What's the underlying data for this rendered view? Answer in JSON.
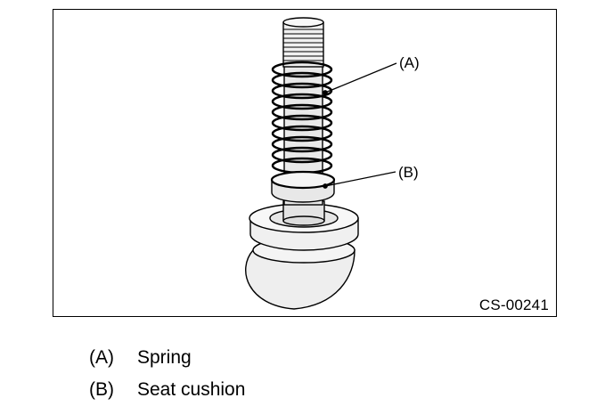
{
  "figure": {
    "code": "CS-00241",
    "callouts": [
      {
        "id": "A",
        "label": "(A)"
      },
      {
        "id": "B",
        "label": "(B)"
      }
    ]
  },
  "legend": [
    {
      "key": "(A)",
      "text": "Spring"
    },
    {
      "key": "(B)",
      "text": "Seat cushion"
    }
  ]
}
